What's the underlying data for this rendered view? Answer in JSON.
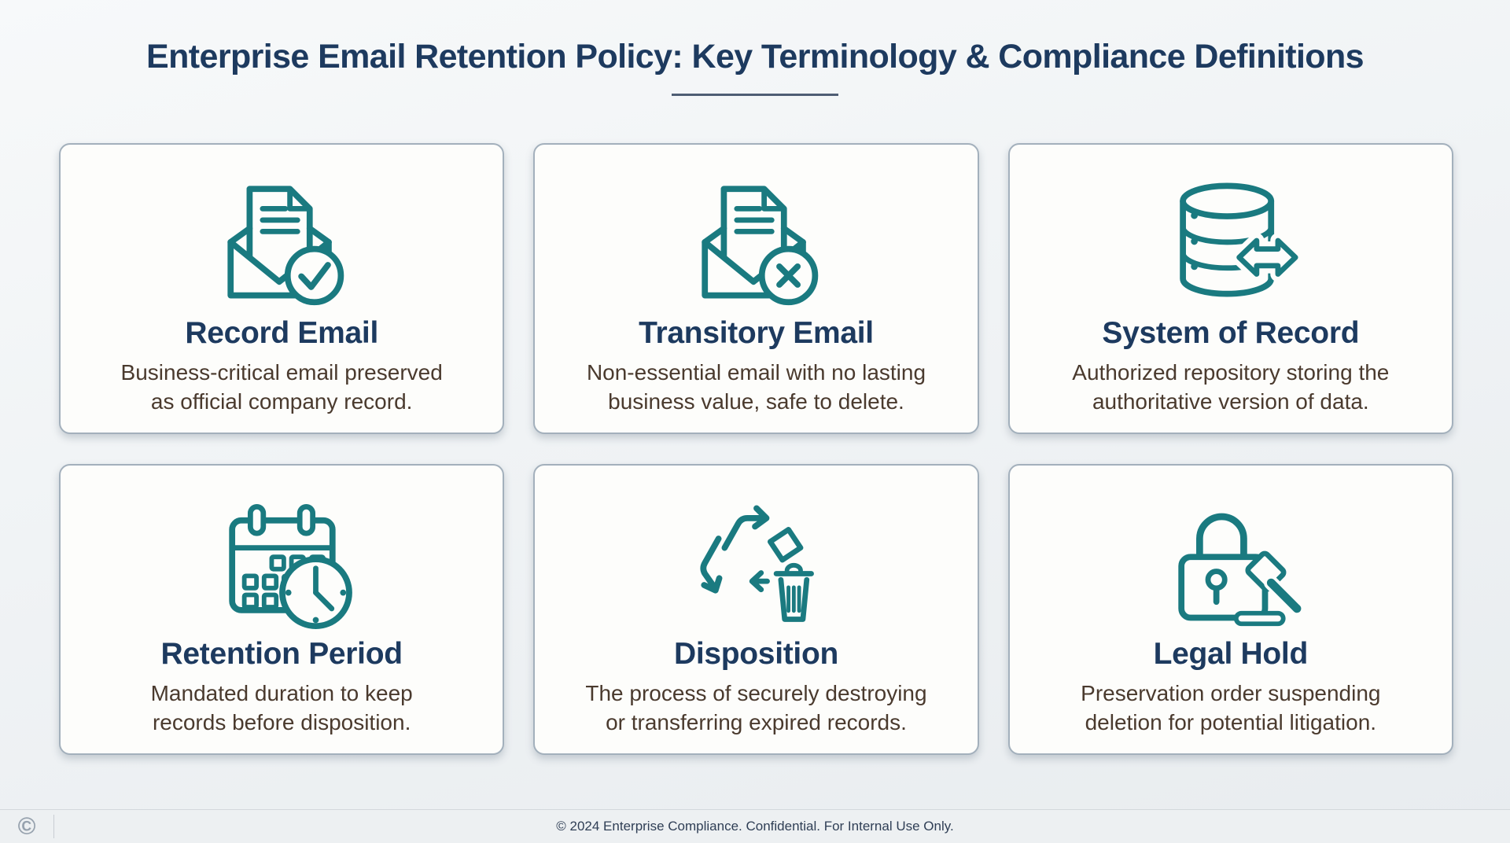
{
  "page": {
    "title": "Enterprise Email Retention Policy: Key Terminology & Compliance Definitions",
    "footer_text": "© 2024 Enterprise Compliance. Confidential. For Internal Use Only.",
    "logo_symbol": "©"
  },
  "colors": {
    "accent_teal": "#1a7a80",
    "heading_navy": "#1d3a5f",
    "body_text": "#4a3a2e",
    "card_background": "#fdfdfb",
    "card_border": "#a3b0bc",
    "page_background": "#eef1f4"
  },
  "cards": [
    {
      "title": "Record Email",
      "icon": "envelope-document-check-icon",
      "description": "Business-critical email preserved\nas official company record."
    },
    {
      "title": "Transitory Email",
      "icon": "envelope-document-x-icon",
      "description": "Non-essential email with no lasting\nbusiness value, safe to delete."
    },
    {
      "title": "System of Record",
      "icon": "database-sync-icon",
      "description": "Authorized repository storing the\nauthoritative version of data."
    },
    {
      "title": "Retention Period",
      "icon": "calendar-clock-icon",
      "description": "Mandated duration to keep\nrecords before disposition."
    },
    {
      "title": "Disposition",
      "icon": "recycle-trash-icon",
      "description": "The process of securely destroying\nor transferring expired records."
    },
    {
      "title": "Legal Hold",
      "icon": "lock-gavel-icon",
      "description": "Preservation order suspending\ndeletion for potential litigation."
    }
  ]
}
